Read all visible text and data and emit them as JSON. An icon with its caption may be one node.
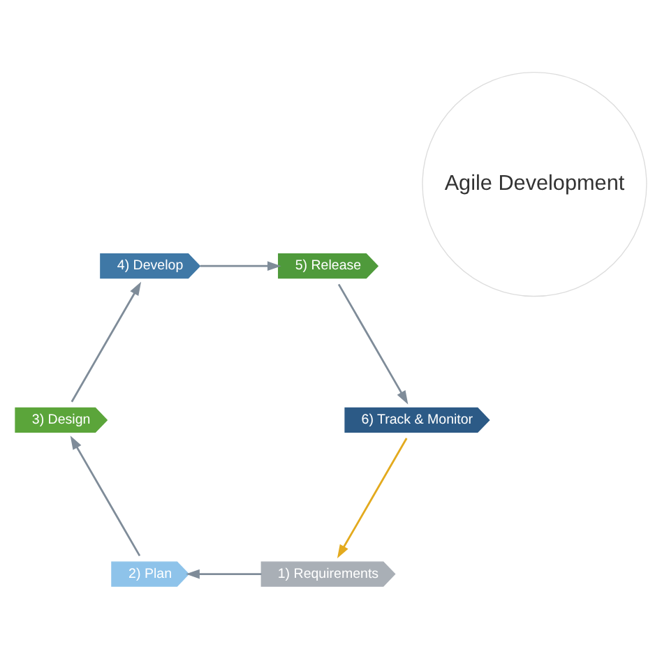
{
  "diagram": {
    "nodes": [
      {
        "text": [
          "Agile Development"
        ]
      },
      {
        "text": [
          "1) Requirements"
        ]
      },
      {
        "text": [
          "2) Plan"
        ]
      },
      {
        "text": [
          "3) Design"
        ]
      },
      {
        "text": [
          "4) Develop"
        ]
      },
      {
        "text": [
          "5) Release"
        ]
      },
      {
        "text": [
          "6) Track & Monitor"
        ]
      }
    ],
    "edges": [
      {
        "from": 1,
        "to": 2,
        "arrow": "to"
      },
      {
        "from": 2,
        "to": 3,
        "arrow": "to"
      },
      {
        "from": 3,
        "to": 4,
        "arrow": "to"
      },
      {
        "from": 4,
        "to": 5,
        "arrow": "to"
      },
      {
        "from": 5,
        "to": 6,
        "arrow": "to"
      },
      {
        "from": 6,
        "to": 1,
        "arrow": "to",
        "color": "#e3aa1e"
      }
    ]
  }
}
